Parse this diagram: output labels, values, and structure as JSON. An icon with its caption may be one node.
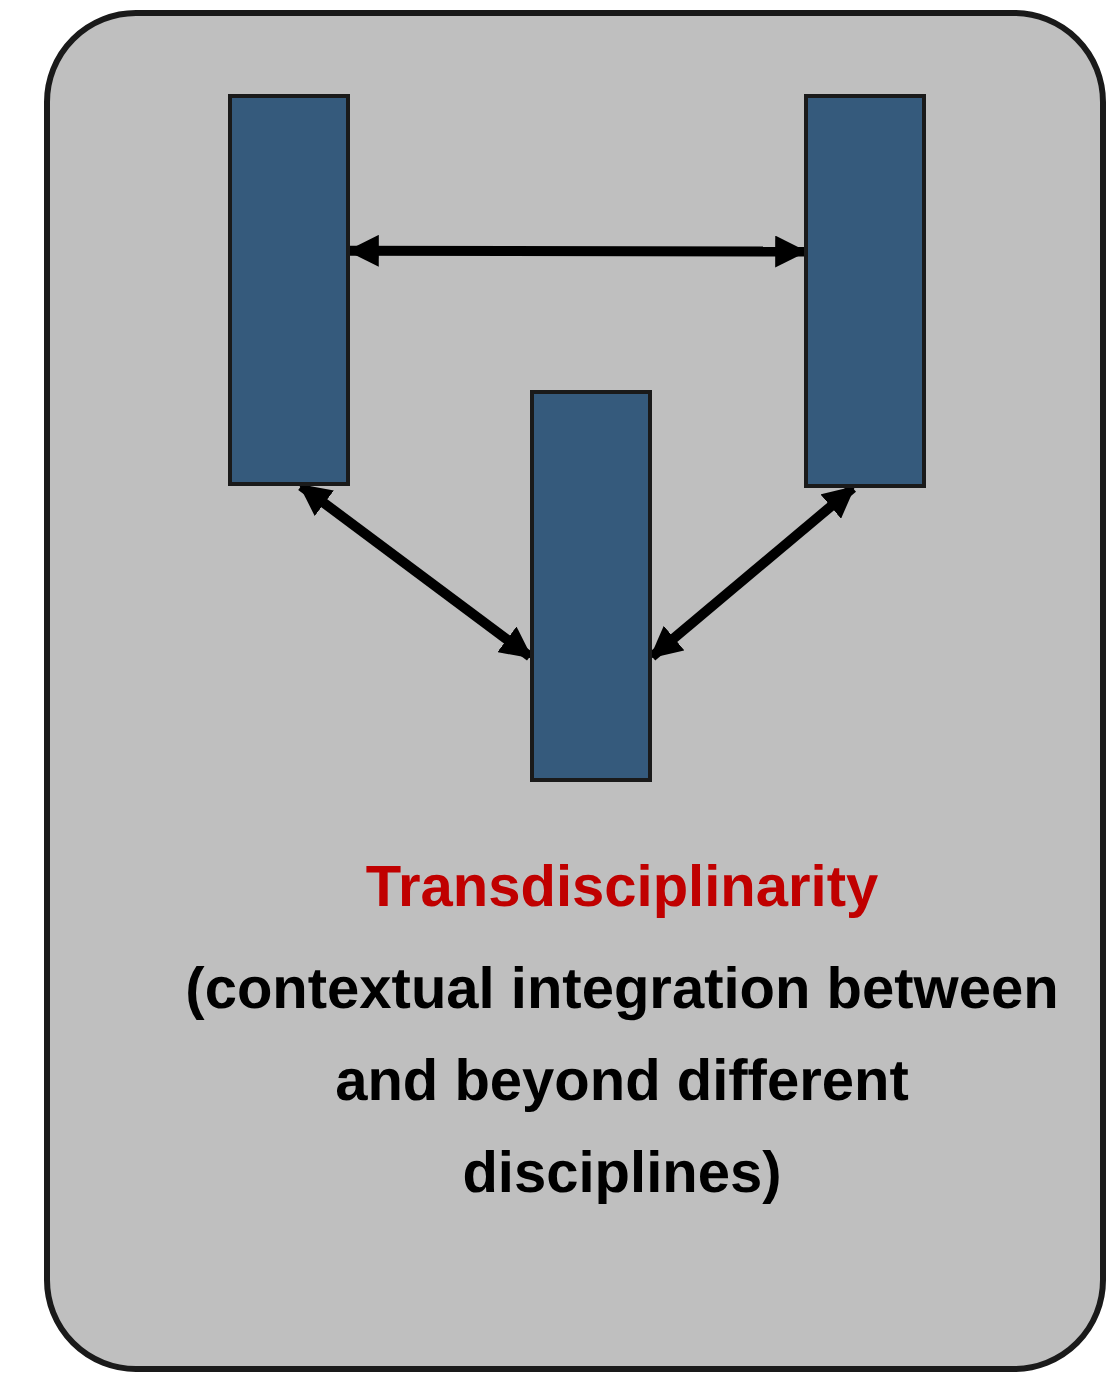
{
  "diagram": {
    "nodes": [
      {
        "text": [
          "Transdisciplinarity",
          "(contextual integration between and beyond different disciplines)"
        ]
      },
      {
        "text": [],
        "shape": "bar",
        "in": 0
      },
      {
        "text": [],
        "shape": "bar",
        "in": 0
      },
      {
        "text": [],
        "shape": "bar",
        "in": 0
      }
    ],
    "edges": [
      {
        "from": 1,
        "to": 3,
        "arrow": "both"
      },
      {
        "from": 1,
        "to": 2,
        "arrow": "both"
      },
      {
        "from": 3,
        "to": 2,
        "arrow": "both"
      }
    ]
  }
}
